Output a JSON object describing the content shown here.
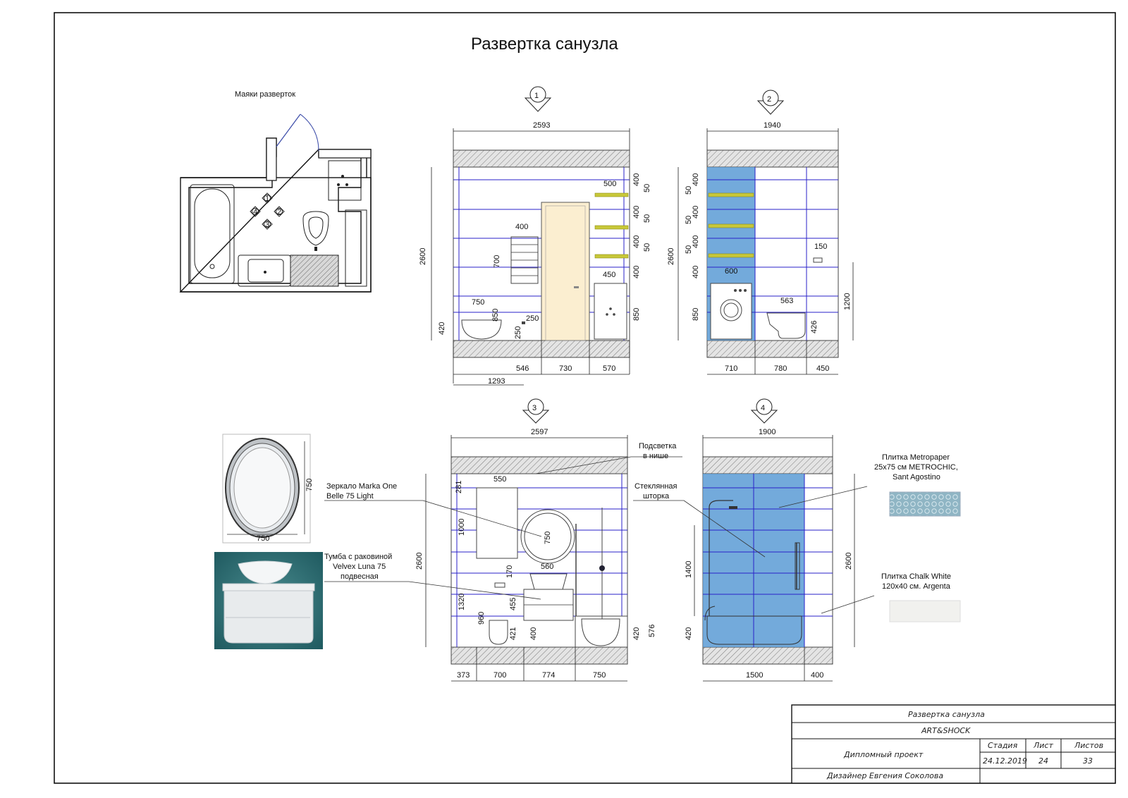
{
  "title": "Развертка санузла",
  "plan": {
    "label": "Маяки разверток",
    "markers": [
      "1",
      "2",
      "3",
      "4"
    ]
  },
  "views": [
    {
      "number": "1",
      "width": "2593",
      "height": "2600",
      "dims_right": [
        "400",
        "400",
        "400",
        "400",
        "850"
      ],
      "dims_shelf": [
        "50",
        "50",
        "50"
      ],
      "dims_bottom": [
        "546",
        "730",
        "570"
      ],
      "dim_total_left": "1293",
      "labels": {
        "towel_w": "400",
        "towel_h": "700",
        "shelf_w": "500",
        "cabinet_w": "450",
        "toilet_w": "750",
        "toilet_h": "850",
        "toilet_mount": "420",
        "socket_w": "250",
        "socket_h": "250"
      }
    },
    {
      "number": "2",
      "width": "1940",
      "height": "2600",
      "dims_left": [
        "400",
        "400",
        "400",
        "400",
        "850"
      ],
      "dims_shelf": [
        "50",
        "50",
        "50"
      ],
      "dims_bottom": [
        "710",
        "780",
        "450"
      ],
      "labels": {
        "washer_w": "600",
        "toilet_w": "563",
        "toilet_h": "426",
        "switch_w": "150",
        "switch_h": "1200"
      }
    },
    {
      "number": "3",
      "width": "2597",
      "height": "2600",
      "dims_left": [
        "281",
        "1000",
        "1320",
        "960"
      ],
      "dims_bottom": [
        "373",
        "700",
        "774",
        "750"
      ],
      "labels": {
        "niche_w": "550",
        "mirror_d": "750",
        "sink_w": "560",
        "sink_h": "170",
        "cab_h": "455",
        "cab_mount": "421",
        "tub_h": "400",
        "tub_mount": "420",
        "shower_h": "576"
      }
    },
    {
      "number": "4",
      "width": "1900",
      "height": "2600",
      "dims_left": [
        "1400",
        "420"
      ],
      "dims_bottom": [
        "1500",
        "400"
      ]
    }
  ],
  "notes": {
    "backlight": "Подсветка\nв нише",
    "mirror": "Зеркало Marka One\nBelle 75 Light",
    "glass": "Стеклянная\nшторка",
    "cabinet": "Тумба с раковиной\nVelvex Luna 75\nподвесная",
    "tile1": "Плитка Metropaper\n25x75 см METROCHIC,\nSant Agostino",
    "tile2": "Плитка Chalk White\n120x40 см. Argenta"
  },
  "product": {
    "mirror_w": "750",
    "mirror_h": "750"
  },
  "stamp": {
    "sheet_title": "Развертка санузла",
    "company": "ART&SHOCK",
    "project": "Дипломный проект",
    "stage_label": "Стадия",
    "sheet_label": "Лист",
    "sheets_label": "Листов",
    "date": "24.12.2019",
    "sheet": "24",
    "sheets": "33",
    "designer": "Дизайнер Евгения Соколова"
  },
  "colors": {
    "grid_line": "#2a22c8",
    "tile_blue": "#5b9bd5",
    "door": "#fbeed0",
    "shelf": "#c8c83a"
  }
}
